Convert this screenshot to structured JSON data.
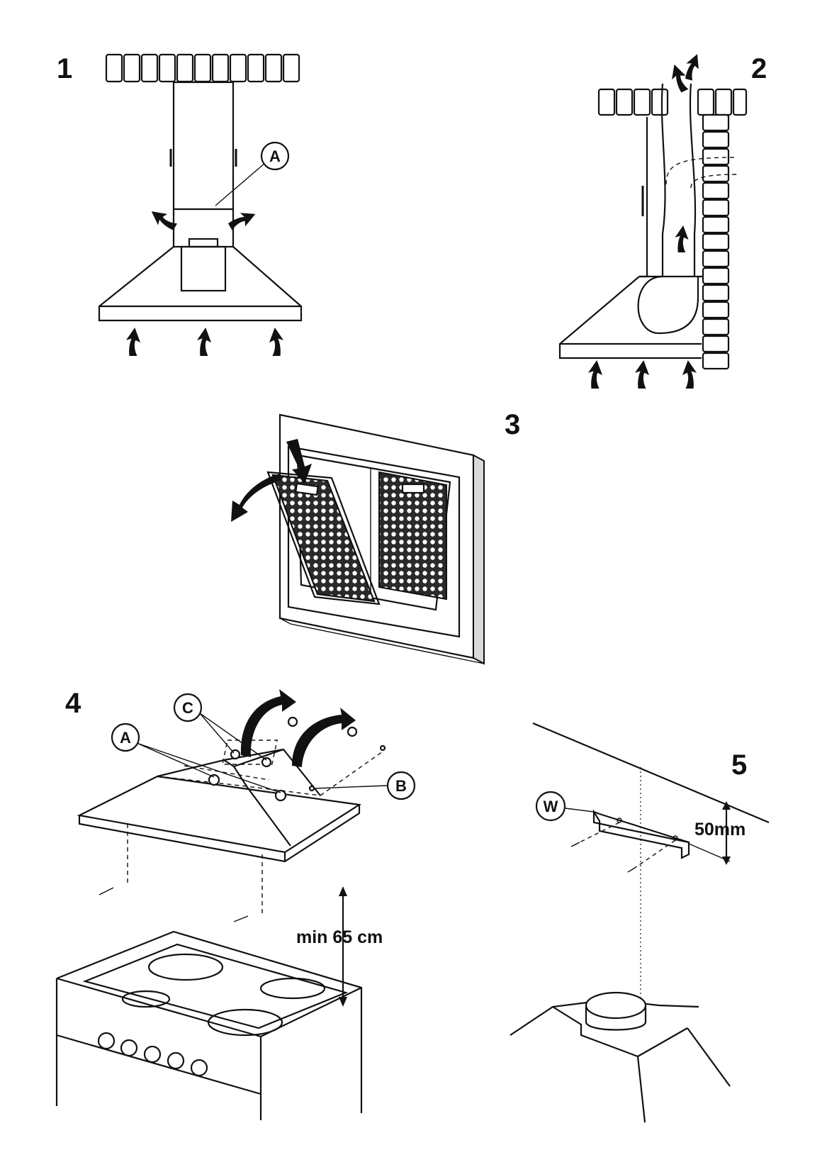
{
  "figures": [
    {
      "number": "1",
      "callouts": [
        "A"
      ]
    },
    {
      "number": "2",
      "callouts": []
    },
    {
      "number": "3",
      "callouts": []
    },
    {
      "number": "4",
      "callouts": [
        "C",
        "A",
        "B"
      ],
      "dimension": "min 65 cm"
    },
    {
      "number": "5",
      "callouts": [
        "W"
      ],
      "dimension": "50mm"
    }
  ],
  "colors": {
    "ink": "#111111",
    "paper": "#ffffff",
    "filter_mesh": "#2a2a2a"
  },
  "icons": [
    "airflow-arrow-icon",
    "rotate-arrow-icon",
    "screw-icon"
  ]
}
